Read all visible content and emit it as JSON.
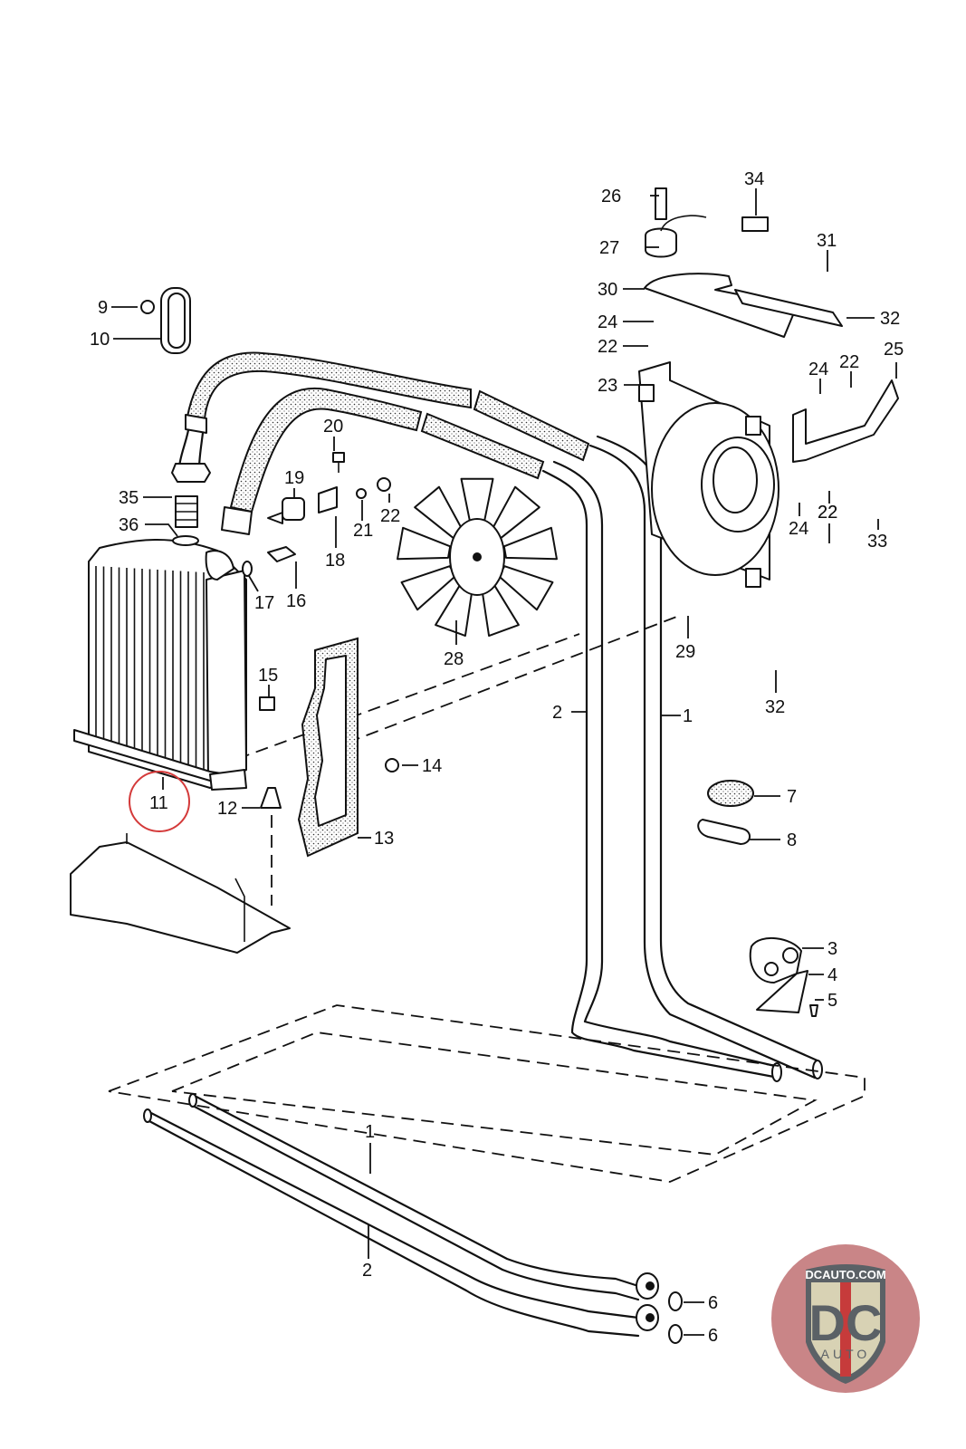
{
  "diagram": {
    "title": "Oil cooler, oil lines and auxiliary fan assembly (exploded parts diagram)",
    "highlighted_callout": "11",
    "highlight_color": "#d43a3a",
    "callouts": [
      {
        "id": "c26",
        "label": "26",
        "part": "bolt"
      },
      {
        "id": "c34",
        "label": "34",
        "part": "clip"
      },
      {
        "id": "c27",
        "label": "27",
        "part": "grommet with cable"
      },
      {
        "id": "c31",
        "label": "31",
        "part": "nut"
      },
      {
        "id": "c30",
        "label": "30",
        "part": "bracket"
      },
      {
        "id": "c32a",
        "label": "32",
        "part": "edge protector strip"
      },
      {
        "id": "c24a",
        "label": "24",
        "part": "washer"
      },
      {
        "id": "c22a",
        "label": "22",
        "part": "nut"
      },
      {
        "id": "c25",
        "label": "25",
        "part": "mounting bracket"
      },
      {
        "id": "c24b",
        "label": "24",
        "part": "washer"
      },
      {
        "id": "c22b",
        "label": "22",
        "part": "nut"
      },
      {
        "id": "c23",
        "label": "23",
        "part": "fan shroud"
      },
      {
        "id": "c9",
        "label": "9",
        "part": "nut"
      },
      {
        "id": "c10",
        "label": "10",
        "part": "hose clamp"
      },
      {
        "id": "c20",
        "label": "20",
        "part": "bolt"
      },
      {
        "id": "c19",
        "label": "19",
        "part": "temperature sensor"
      },
      {
        "id": "c21",
        "label": "21",
        "part": "washer"
      },
      {
        "id": "c22c",
        "label": "22",
        "part": "nut"
      },
      {
        "id": "c18",
        "label": "18",
        "part": "bracket"
      },
      {
        "id": "c35",
        "label": "35",
        "part": "adapter fitting"
      },
      {
        "id": "c36",
        "label": "36",
        "part": "sealing ring"
      },
      {
        "id": "c17",
        "label": "17",
        "part": "sealing ring"
      },
      {
        "id": "c16",
        "label": "16",
        "part": "temperature switch"
      },
      {
        "id": "c22d",
        "label": "22",
        "part": "nut"
      },
      {
        "id": "c24c",
        "label": "24",
        "part": "washer"
      },
      {
        "id": "c22e",
        "label": "22",
        "part": "nut"
      },
      {
        "id": "c33",
        "label": "33",
        "part": "clip"
      },
      {
        "id": "c28",
        "label": "28",
        "part": "fan"
      },
      {
        "id": "c29",
        "label": "29",
        "part": "screw with nut"
      },
      {
        "id": "c32b",
        "label": "32",
        "part": "edge protector strip"
      },
      {
        "id": "c15",
        "label": "15",
        "part": "speed nut"
      },
      {
        "id": "c2a",
        "label": "2",
        "part": "oil line"
      },
      {
        "id": "c1a",
        "label": "1",
        "part": "oil line"
      },
      {
        "id": "c14",
        "label": "14",
        "part": "screw"
      },
      {
        "id": "c11",
        "label": "11",
        "part": "oil cooler"
      },
      {
        "id": "c12",
        "label": "12",
        "part": "rubber mount"
      },
      {
        "id": "c13",
        "label": "13",
        "part": "seal"
      },
      {
        "id": "c7",
        "label": "7",
        "part": "grommet"
      },
      {
        "id": "c8",
        "label": "8",
        "part": "clamp"
      },
      {
        "id": "c3",
        "label": "3",
        "part": "line holder"
      },
      {
        "id": "c4",
        "label": "4",
        "part": "bracket"
      },
      {
        "id": "c5",
        "label": "5",
        "part": "screw"
      },
      {
        "id": "c1b",
        "label": "1",
        "part": "oil line"
      },
      {
        "id": "c2b",
        "label": "2",
        "part": "oil line"
      },
      {
        "id": "c6a",
        "label": "6",
        "part": "sealing ring"
      },
      {
        "id": "c6b",
        "label": "6",
        "part": "sealing ring"
      }
    ]
  },
  "watermark": {
    "top_text": "DCAUTO.COM",
    "monogram": "DC",
    "bottom_text": "AUTO",
    "colors": {
      "ring": "#c77f80",
      "shield": "#d8d2b4",
      "letters": "#5b6166",
      "stripe": "#c63b3b"
    }
  }
}
